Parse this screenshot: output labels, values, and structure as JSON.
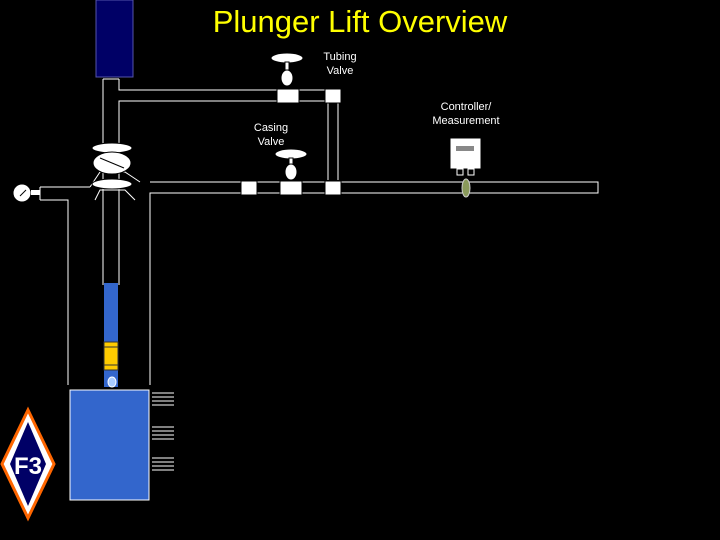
{
  "slide": {
    "title": "Plunger Lift Overview",
    "tubing_valve_label": [
      "Tubing",
      "Valve"
    ],
    "casing_valve_label": [
      "Casing",
      "Valve"
    ],
    "controller_label": [
      "Controller/",
      "Measurement"
    ]
  },
  "colors": {
    "background": "#000000",
    "title": "#ffff00",
    "pipe_outline": "#ffffff",
    "lubricator": "#000066",
    "fluid": "#3366cc",
    "plunger": "#ffcc00",
    "meter_plate": "#8a9a5b",
    "logo_outline": "#ff6600"
  },
  "icons": {
    "logo": "f3-diamond-logo",
    "pressure_gauge": "pressure-gauge-icon",
    "controller": "controller-box-icon"
  }
}
